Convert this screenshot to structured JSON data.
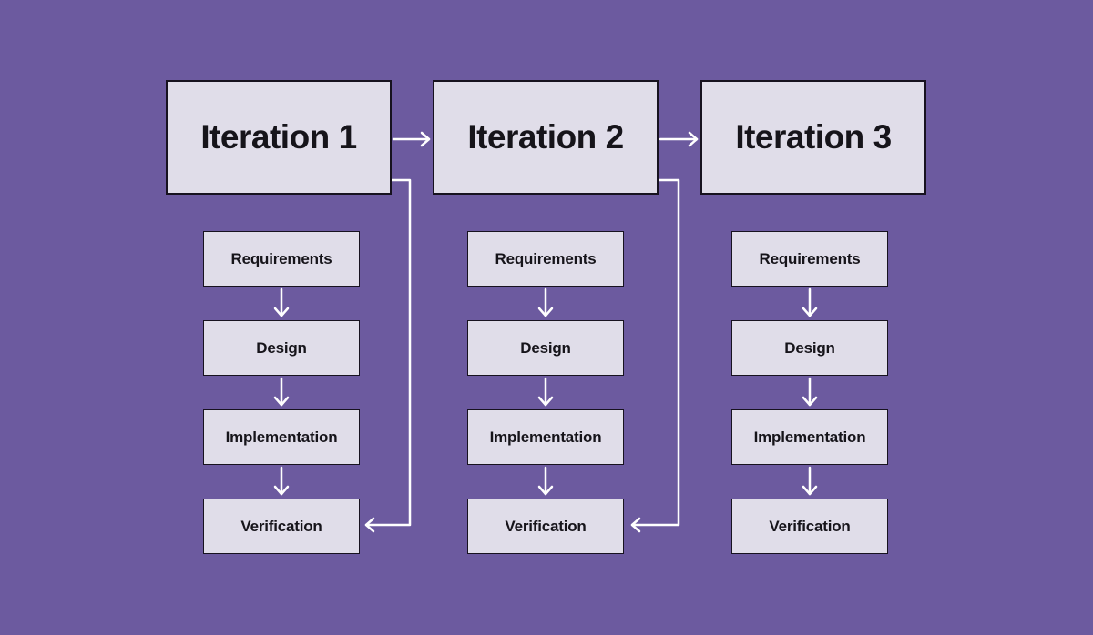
{
  "colors": {
    "bg": "#6c5a9f",
    "box-fill": "#e0dde9",
    "box-border": "#17121f",
    "text": "#16141a",
    "arrow": "#ffffff"
  },
  "iterations": [
    {
      "label": "Iteration 1",
      "stages": [
        "Requirements",
        "Design",
        "Implementation",
        "Verification"
      ]
    },
    {
      "label": "Iteration 2",
      "stages": [
        "Requirements",
        "Design",
        "Implementation",
        "Verification"
      ]
    },
    {
      "label": "Iteration 3",
      "stages": [
        "Requirements",
        "Design",
        "Implementation",
        "Verification"
      ]
    }
  ]
}
